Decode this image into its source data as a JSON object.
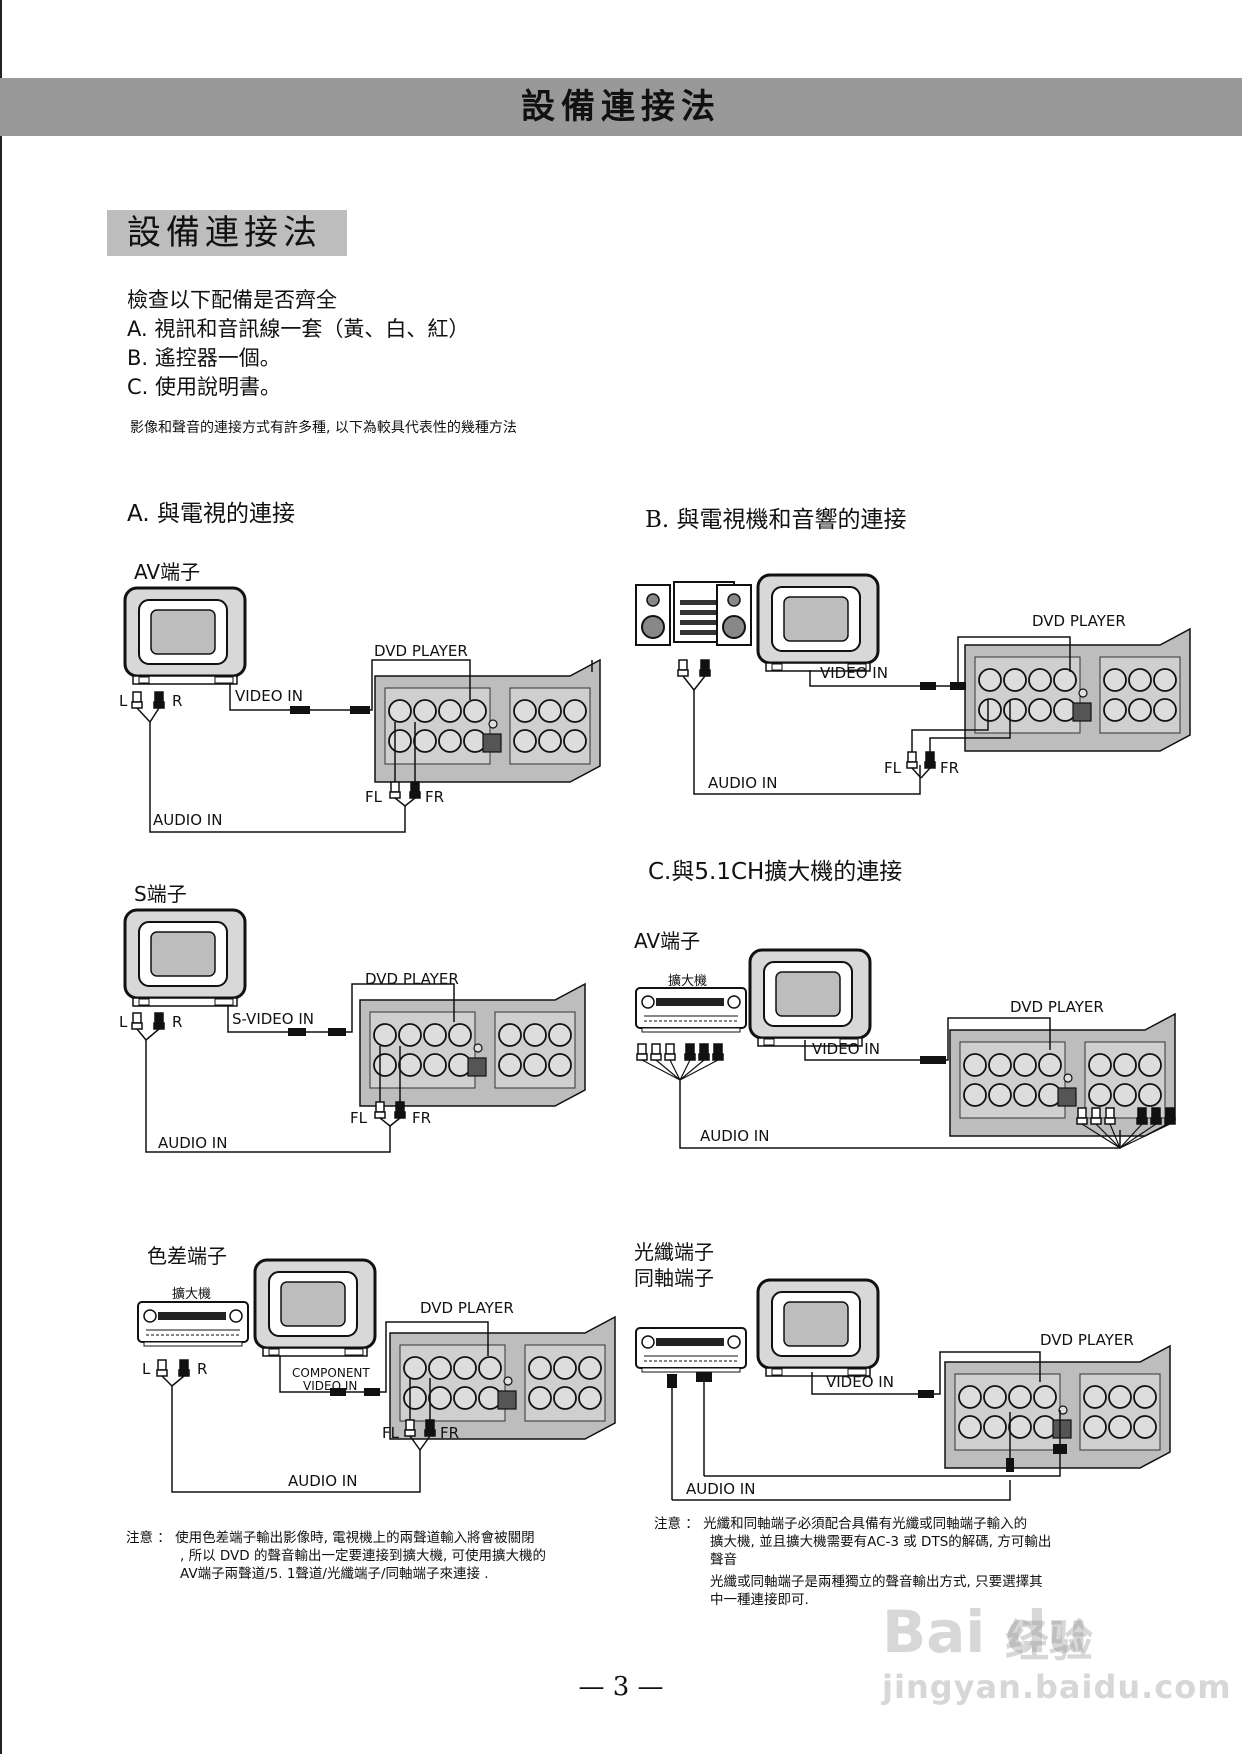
{
  "header": {
    "banner_title": "設備連接法",
    "section_title": "設備連接法"
  },
  "checklist": {
    "intro": "檢查以下配備是否齊全",
    "items": [
      "A. 視訊和音訊線一套（黃、白、紅）",
      "B. 遙控器一個。",
      "C. 使用說明書。"
    ],
    "note": "影像和聲音的連接方式有許多種, 以下為較具代表性的幾種方法"
  },
  "sections": {
    "a": {
      "title": "A. 與電視的連接",
      "av": {
        "title": "AV端子",
        "player": "DVD PLAYER",
        "video": "VIDEO IN",
        "audio": "AUDIO IN",
        "l": "L",
        "r": "R",
        "fl": "FL",
        "fr": "FR"
      },
      "s": {
        "title": "S端子",
        "player": "DVD PLAYER",
        "video": "S-VIDEO IN",
        "audio": "AUDIO IN",
        "l": "L",
        "r": "R",
        "fl": "FL",
        "fr": "FR"
      },
      "component": {
        "title": "色差端子",
        "amp": "擴大機",
        "player": "DVD PLAYER",
        "video_line1": "COMPONENT",
        "video_line2": "VIDEO IN",
        "audio": "AUDIO IN",
        "l": "L",
        "r": "R",
        "fl": "FL",
        "fr": "FR"
      },
      "note": [
        "注意 ： 使用色差端子輸出影像時, 電視機上的兩聲道輸入將會被關閉",
        ", 所以 DVD 的聲音輸出一定要連接到擴大機, 可使用擴大機的",
        "AV端子兩聲道/5. 1聲道/光纖端子/同軸端子來連接 ."
      ]
    },
    "b": {
      "title": "B. 與電視機和音響的連接",
      "player": "DVD PLAYER",
      "video": "VIDEO IN",
      "audio": "AUDIO IN",
      "fl": "FL",
      "fr": "FR"
    },
    "c": {
      "title": "C.與5.1CH擴大機的連接",
      "av": {
        "title": "AV端子",
        "amp": "擴大機",
        "player": "DVD PLAYER",
        "video": "VIDEO IN",
        "audio": "AUDIO IN"
      },
      "optical": {
        "title_line1": "光纖端子",
        "title_line2": "同軸端子",
        "player": "DVD PLAYER",
        "video": "VIDEO IN",
        "audio": "AUDIO IN"
      },
      "note": [
        "注意 ： 光纖和同軸端子必須配合具備有光纖或同軸端子輸入的",
        "擴大機, 並且擴大機需要有AC-3 或 DTS的解碼, 方可輸出",
        "聲音",
        "光纖或同軸端子是兩種獨立的聲音輸出方式, 只要選擇其",
        "中一種連接即可."
      ]
    }
  },
  "footer": {
    "page": "— 3 —"
  },
  "watermark": {
    "brand": "Bai du",
    "cn": "经验",
    "url": "jingyan.baidu.com"
  }
}
